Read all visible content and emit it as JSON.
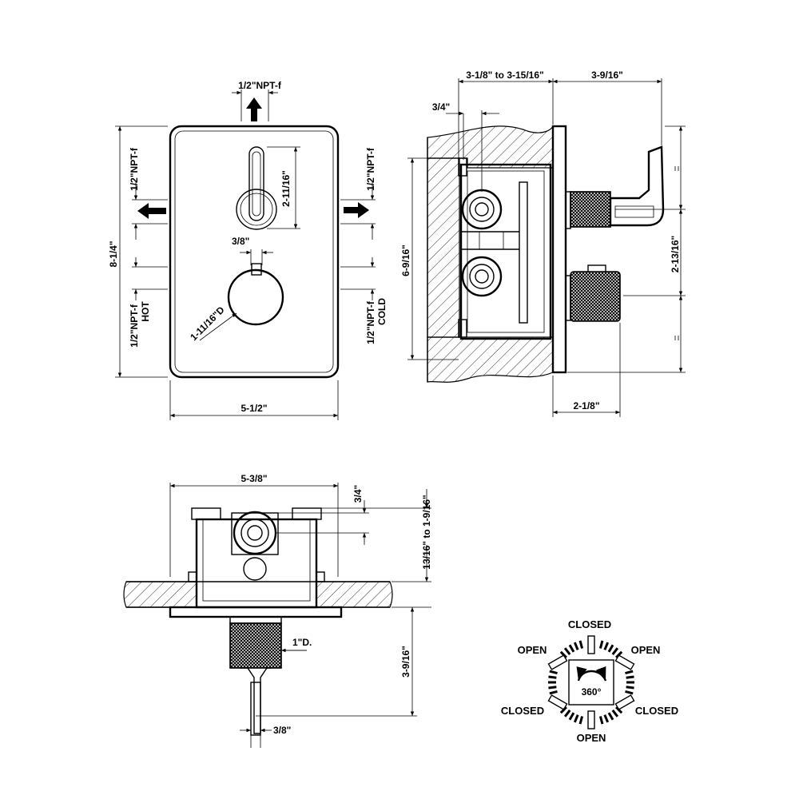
{
  "front_view": {
    "top_outlet": "1/2\"NPT-f",
    "left_outlet": "1/2\"NPT-f",
    "right_outlet": "1/2\"NPT-f",
    "hot_inlet": "1/2\"NPT-f",
    "hot_label": "HOT",
    "cold_inlet": "1/2\"NPT-f",
    "cold_label": "COLD",
    "lever_height": "2-11/16\"",
    "stem": "3/8\"",
    "knob_diameter": "1-11/16\"D",
    "total_height": "8-1/4\"",
    "total_width": "5-1/2\""
  },
  "side_view": {
    "wall_depth": "3-1/8\"  to  3-15/16\"",
    "projection": "3-9/16\"",
    "offset": "3/4\"",
    "body_height": "6-9/16\"",
    "handle_spacing": "2-13/16\"",
    "knob_depth": "2-1/8\""
  },
  "top_view": {
    "width": "5-3/8\"",
    "offset": "3/4\"",
    "wall_range": "13/16\"  to  1-9/16\"",
    "projection": "3-9/16\"",
    "knob_diameter": "1\"D.",
    "stem": "3/8\""
  },
  "rotation_diagram": {
    "top": "CLOSED",
    "upper_left": "OPEN",
    "upper_right": "OPEN",
    "lower_left": "CLOSED",
    "lower_right": "CLOSED",
    "bottom": "OPEN",
    "center": "360°"
  }
}
